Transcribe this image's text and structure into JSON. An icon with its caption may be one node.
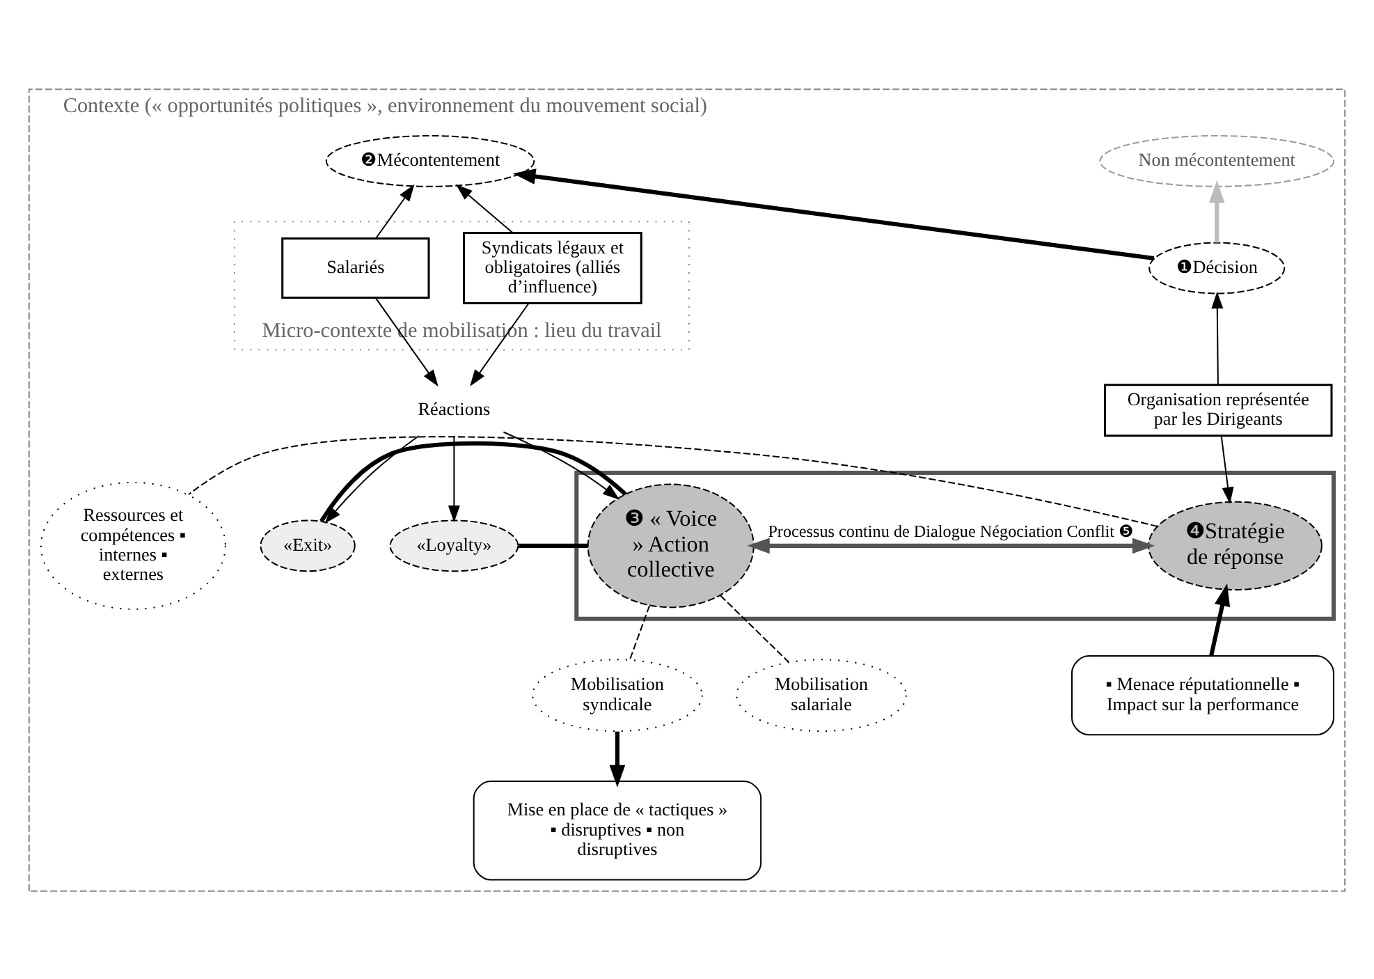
{
  "diagram": {
    "nodes": [
      {
        "text": [
          "Contexte (« opportunités politiques », environnement du mouvement social)"
        ]
      },
      {
        "text": [
          "Non mécontentement"
        ],
        "in": 0
      },
      {
        "text": [
          "❷Mécontentement"
        ],
        "in": 0
      },
      {
        "text": [
          "❶Décision"
        ],
        "in": 0
      },
      {
        "text": [
          "Micro-contexte de mobilisation : lieu du travail"
        ],
        "in": 0
      },
      {
        "text": [
          "Salariés"
        ],
        "in": 4
      },
      {
        "text": [
          "Syndicats légaux et obligatoires (alliés d’influence)"
        ],
        "in": 4
      },
      {
        "text": [
          "Organisation représentée par les Dirigeants"
        ],
        "in": 0
      },
      {
        "text": [
          "Réactions"
        ],
        "in": 0
      },
      {
        "text": [
          "«Exit»"
        ],
        "in": 0
      },
      {
        "text": [
          "«Loyalty»"
        ],
        "in": 0
      },
      {
        "text": [],
        "shape": "box",
        "in": 0
      },
      {
        "text": [
          "❸ « Voice » Action collective"
        ],
        "in": 11
      },
      {
        "text": [
          "❹Stratégie de réponse"
        ],
        "in": 11
      },
      {
        "text": [
          "Ressources et compétences ▪ internes ▪ externes"
        ],
        "in": 0
      },
      {
        "text": [
          "Mobilisation syndicale"
        ],
        "in": 0
      },
      {
        "text": [
          "Mobilisation salariale"
        ],
        "in": 0
      },
      {
        "text": [
          "Mise en place de « tactiques » ▪ disruptives ▪ non disruptives"
        ],
        "in": 0
      },
      {
        "text": [
          "▪ Menace réputationnelle ▪ Impact sur la performance"
        ],
        "in": 0
      }
    ],
    "edges": [
      {
        "from": 5,
        "to": 2,
        "arrow": "to"
      },
      {
        "from": 6,
        "to": 2,
        "arrow": "to"
      },
      {
        "from": 7,
        "to": 3,
        "arrow": "to"
      },
      {
        "from": 3,
        "to": 2,
        "arrow": "to",
        "style": "thick"
      },
      {
        "from": 3,
        "to": 1,
        "arrow": "to",
        "style": "thick",
        "color": "#bbbbbb"
      },
      {
        "from": 5,
        "to": 8,
        "arrow": "to"
      },
      {
        "from": 6,
        "to": 8,
        "arrow": "to"
      },
      {
        "from": 8,
        "to": 9,
        "arrow": "to"
      },
      {
        "from": 8,
        "to": 10,
        "arrow": "to"
      },
      {
        "from": 8,
        "to": 12,
        "arrow": "to"
      },
      {
        "from": 9,
        "to": 12,
        "arrow": "none",
        "style": "thick"
      },
      {
        "from": 10,
        "to": 12,
        "arrow": "none",
        "style": "thick"
      },
      {
        "from": 7,
        "to": 13,
        "arrow": "to"
      },
      {
        "from": 12,
        "to": 13,
        "label": "Processus continu de Dialogue Négociation Conflit ❺",
        "arrow": "both",
        "style": "thick",
        "color": "#555555"
      },
      {
        "from": 13,
        "to": 14,
        "arrow": "none",
        "style": "dashed"
      },
      {
        "from": 12,
        "to": 15,
        "arrow": "none",
        "style": "dashed"
      },
      {
        "from": 12,
        "to": 16,
        "arrow": "none",
        "style": "dashed"
      },
      {
        "from": 15,
        "to": 17,
        "arrow": "to",
        "style": "thick"
      },
      {
        "from": 18,
        "to": 13,
        "arrow": "to",
        "style": "thick"
      }
    ]
  }
}
